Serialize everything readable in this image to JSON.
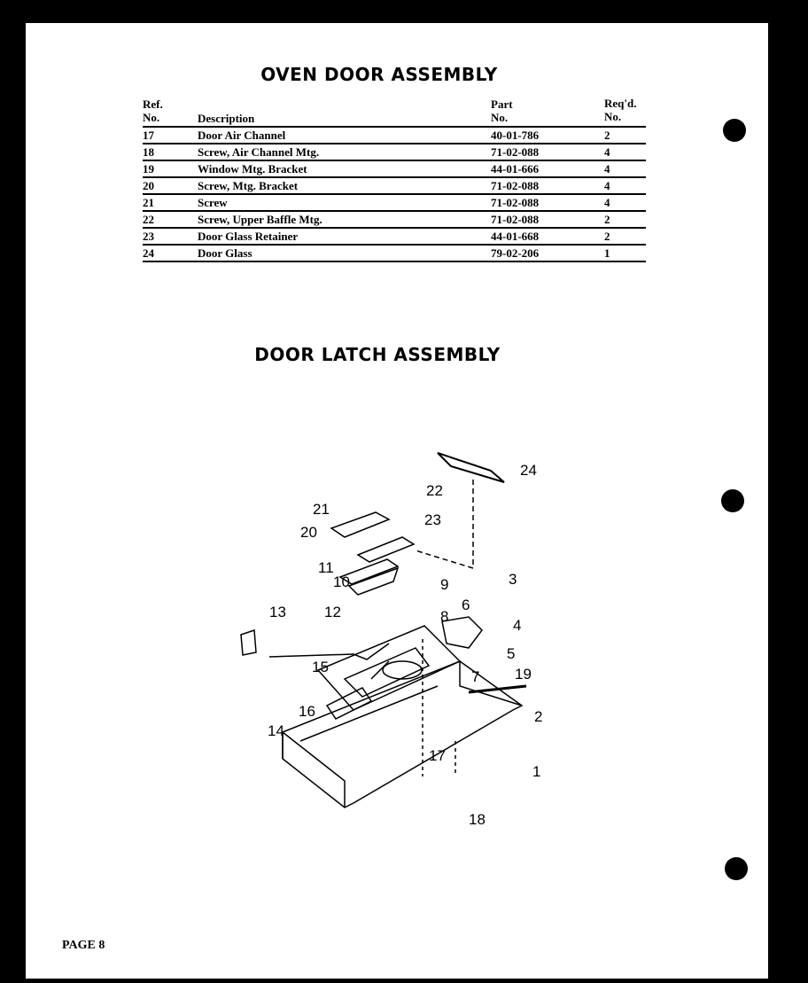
{
  "oven_door": {
    "title": "OVEN DOOR ASSEMBLY",
    "headers": {
      "ref_line1": "Ref.",
      "ref_line2": "No.",
      "description": "Description",
      "part_line1": "Part",
      "part_line2": "No.",
      "req_line1": "Req'd.",
      "req_line2": "No."
    },
    "rows": [
      {
        "ref": "17",
        "description": "Door Air Channel",
        "part": "40-01-786",
        "qty": "2"
      },
      {
        "ref": "18",
        "description": "Screw, Air Channel Mtg.",
        "part": "71-02-088",
        "qty": "4"
      },
      {
        "ref": "19",
        "description": "Window Mtg. Bracket",
        "part": "44-01-666",
        "qty": "4"
      },
      {
        "ref": "20",
        "description": "Screw, Mtg. Bracket",
        "part": "71-02-088",
        "qty": "4"
      },
      {
        "ref": "21",
        "description": "Screw",
        "part": "71-02-088",
        "qty": "4"
      },
      {
        "ref": "22",
        "description": "Screw, Upper Baffle Mtg.",
        "part": "71-02-088",
        "qty": "2"
      },
      {
        "ref": "23",
        "description": "Door Glass Retainer",
        "part": "44-01-668",
        "qty": "2"
      },
      {
        "ref": "24",
        "description": "Door Glass",
        "part": "79-02-206",
        "qty": "1"
      }
    ]
  },
  "door_latch": {
    "title": "DOOR LATCH ASSEMBLY",
    "callouts": [
      "24",
      "22",
      "21",
      "23",
      "20",
      "11",
      "10",
      "3",
      "9",
      "8",
      "6",
      "13",
      "12",
      "4",
      "5",
      "15",
      "7",
      "19",
      "16",
      "2",
      "14",
      "17",
      "1",
      "18"
    ]
  },
  "footer": {
    "page_label": "PAGE 8"
  }
}
